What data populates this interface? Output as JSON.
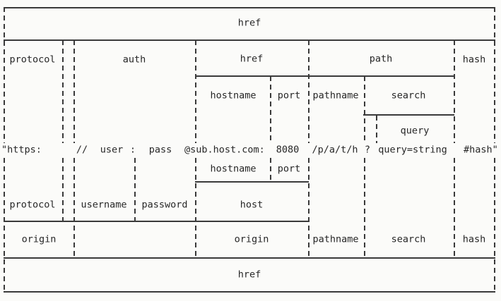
{
  "diagram": "url-anatomy",
  "colors": {
    "line": "#3a3a3a",
    "text": "#262626",
    "background": "#fbfbf9"
  },
  "top_box": {
    "href": "href"
  },
  "upper_row": {
    "protocol": "protocol",
    "auth": "auth",
    "href": "href",
    "path": "path",
    "hash": "hash"
  },
  "upper_subrow": {
    "hostname": "hostname",
    "port": "port",
    "pathname": "pathname",
    "search": "search"
  },
  "query_row": {
    "query": "query"
  },
  "url_string": {
    "open_quote_protocol": "\"https:",
    "slashes": "//",
    "user": "user",
    "colon": ":",
    "pass": "pass",
    "at_host": "@sub.host.com:",
    "port": "8080",
    "pathname": "/p/a/t/h",
    "question_mark": "?",
    "query": "query=string",
    "hash_close_quote": "#hash\""
  },
  "lower_subrow": {
    "hostname": "hostname",
    "port": "port"
  },
  "lower_row": {
    "protocol": "protocol",
    "username": "username",
    "password": "password",
    "host": "host"
  },
  "origin_row": {
    "origin_left": "origin",
    "origin_right": "origin",
    "pathname": "pathname",
    "search": "search",
    "hash": "hash"
  },
  "bottom_box": {
    "href": "href"
  }
}
